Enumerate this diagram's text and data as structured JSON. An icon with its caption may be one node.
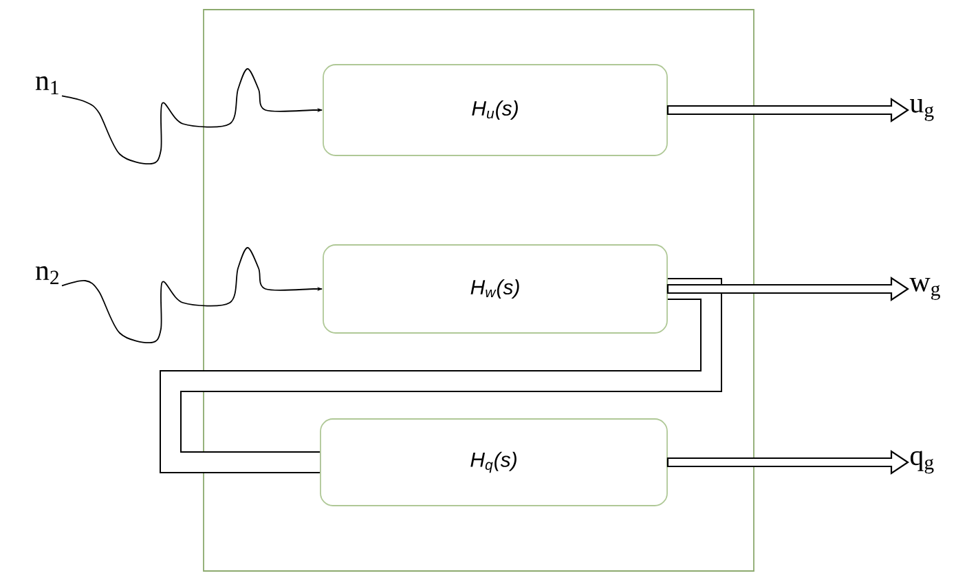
{
  "diagram": {
    "nodes": [
      {
        "text": [],
        "shape": "box"
      },
      {
        "text": [
          "n$_{1}$"
        ]
      },
      {
        "text": [
          "H$_{u}$(s)"
        ],
        "in": 0
      },
      {
        "text": [
          "u$_{g}$"
        ]
      },
      {
        "text": [
          "n$_{2}$"
        ]
      },
      {
        "text": [
          "H$_{w}$(s)"
        ],
        "in": 0
      },
      {
        "text": [
          "w$_{g}$"
        ]
      },
      {
        "text": [
          "H$_{q}$(s)"
        ],
        "in": 0
      },
      {
        "text": [
          "q$_{g}$"
        ]
      }
    ],
    "edges": [
      {
        "from": 1,
        "to": 2,
        "arrow": "to"
      },
      {
        "from": 4,
        "to": 5,
        "arrow": "to"
      },
      {
        "from": 2,
        "to": 3,
        "arrow": "to",
        "style": "thick"
      },
      {
        "from": 5,
        "to": 6,
        "arrow": "to",
        "style": "thick"
      },
      {
        "from": 5,
        "to": 7,
        "arrow": "none",
        "style": "thick"
      },
      {
        "from": 7,
        "to": 8,
        "arrow": "to",
        "style": "thick"
      }
    ]
  }
}
